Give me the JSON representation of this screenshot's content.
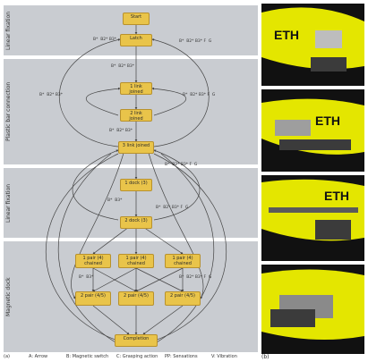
{
  "panel_labels": {
    "a": "(a)",
    "b": "(b)"
  },
  "bands": [
    {
      "name": "band-1",
      "label": "Linear fixation"
    },
    {
      "name": "band-2",
      "label": "Plastic bar connection"
    },
    {
      "name": "band-3",
      "label": "Linear fixation"
    },
    {
      "name": "band-4",
      "label": "Magnetic dock"
    }
  ],
  "nodes": {
    "start": "Start",
    "latch_top": "Latch",
    "join1": "1 link joined",
    "join2": "2 link joined",
    "join3": "3 link joined",
    "join4": "1 dock (3)",
    "dockA": "2 dock (3)",
    "pair1": "1 pair (4) chained",
    "pair2": "1 pair (4) chained",
    "pair3": "1 pair (4) chained",
    "pair4": "2 pair (4/5)",
    "pair5": "2 pair (4/5)",
    "pair6": "2 pair (4/5)",
    "end": "Completion"
  },
  "codes": {
    "c1": "B*  B2* B3*",
    "c2": "B*  B2* B3* F  G",
    "c3": "B*  B2* B3*",
    "c4": "B*  B2* B3*",
    "c5": "B*  B2* B3* F  G",
    "c6": "B*  B2* B3*",
    "c7": "B*  B2* B3* F  G",
    "c8": "B*  B3*",
    "c9": "B*  B2* B3* F  G",
    "c10": "B*  B3*",
    "c11": "B*  B2* B3* F  G"
  },
  "legend": {
    "a": "A: Arrow",
    "b": "B: Magnetic switch",
    "c": "C: Grasping action",
    "d": "PP: Sensations",
    "e": "V: Vibration"
  },
  "colors": {
    "band": "#c9ccd1",
    "node": "#e9c44a",
    "node_border": "#b8912d",
    "edge": "#444444",
    "photo_yellow": "#e4e600"
  },
  "photos": [
    {
      "name": "photo-1",
      "brand": "ETH"
    },
    {
      "name": "photo-2",
      "brand": "ETH"
    },
    {
      "name": "photo-3",
      "brand": "ETH"
    },
    {
      "name": "photo-4",
      "brand": ""
    }
  ]
}
